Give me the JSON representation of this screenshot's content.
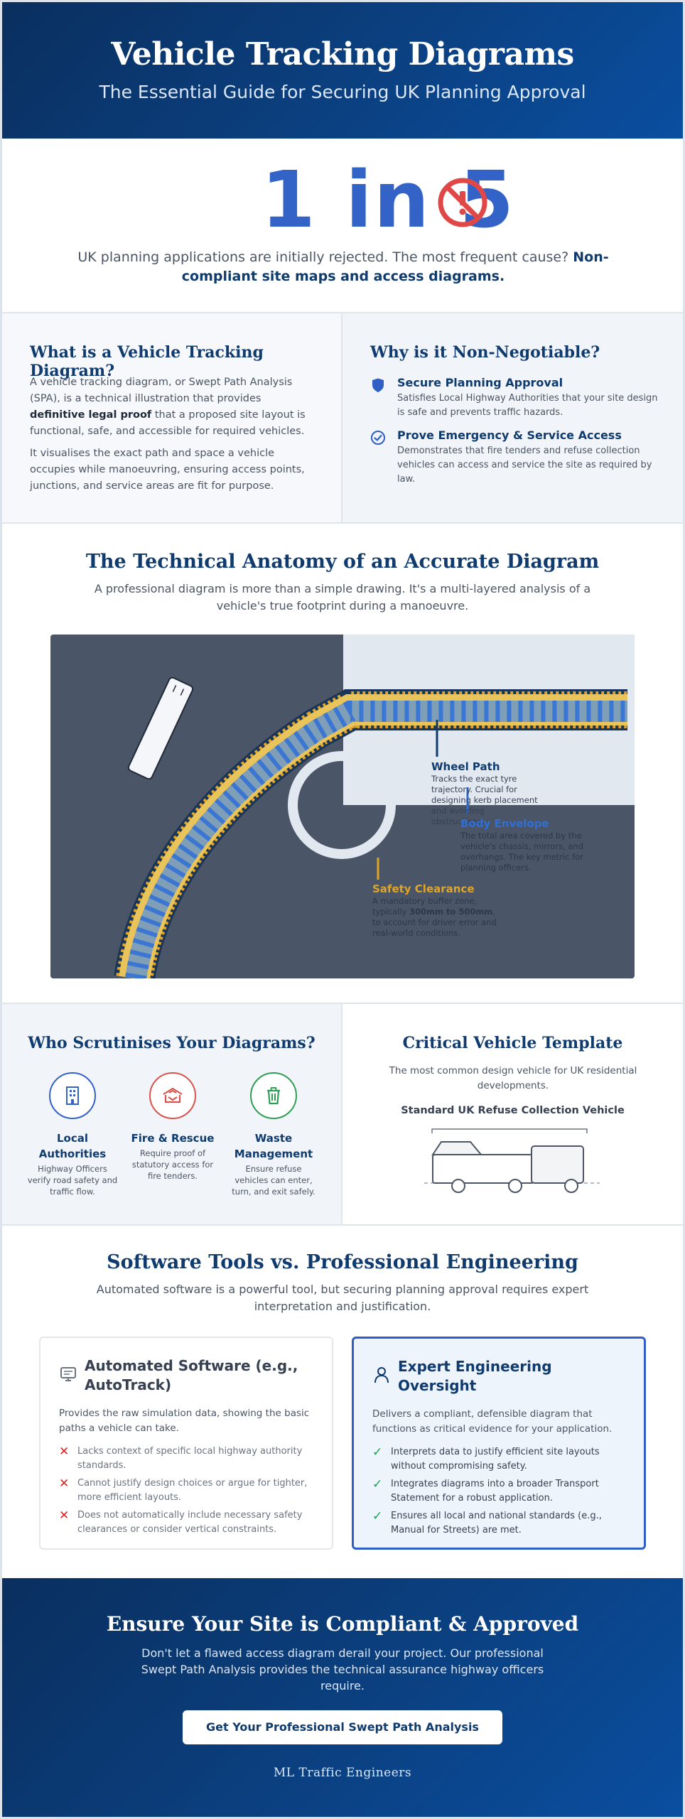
{
  "header": {
    "title": "Vehicle Tracking Diagrams",
    "subtitle": "The Essential Guide for Securing UK Planning Approval"
  },
  "stat": {
    "figure": "1 in 5",
    "icon": "no-entry-icon",
    "text_plain": "UK planning applications are initially rejected. The most frequent cause?",
    "text_bold": "Non-compliant site maps and access diagrams."
  },
  "what": {
    "title": "What is a Vehicle Tracking Diagram?",
    "p1_a": "A vehicle tracking diagram, or Swept Path Analysis (SPA), is a technical illustration that provides",
    "p1_bold": "definitive legal proof",
    "p1_b": "that a proposed site layout is functional, safe, and accessible for required vehicles.",
    "p2": "It visualises the exact path and space a vehicle occupies while manoeuvring, ensuring access points, junctions, and service areas are fit for purpose."
  },
  "why": {
    "title": "Why is it Non-Negotiable?",
    "items": [
      {
        "icon": "shield-icon",
        "title": "Secure Planning Approval",
        "desc": "Satisfies Local Highway Authorities that your site design is safe and prevents traffic hazards."
      },
      {
        "icon": "check-circle-icon",
        "title": "Prove Emergency & Service Access",
        "desc": "Demonstrates that fire tenders and refuse collection vehicles can access and service the site as required by law."
      }
    ]
  },
  "anatomy": {
    "title": "The Technical Anatomy of an Accurate Diagram",
    "intro": "A professional diagram is more than a simple drawing. It's a multi-layered analysis of a vehicle's true footprint during a manoeuvre.",
    "wheel": {
      "title": "Wheel Path",
      "desc": "Tracks the exact tyre trajectory. Crucial for designing kerb placement and avoiding obstructions."
    },
    "body": {
      "title": "Body Envelope",
      "desc": "The total area covered by the vehicle's chassis, mirrors, and overhangs. The key metric for planning officers."
    },
    "safety": {
      "title": "Safety Clearance",
      "desc_a": "A mandatory buffer zone, typically",
      "desc_bold": "300mm to 500mm",
      "desc_b": ", to account for driver error and real-world conditions."
    },
    "colors": {
      "wheel": "#0f3b6e",
      "body": "#2f6fd6",
      "safety": "#e0a526"
    }
  },
  "who": {
    "title": "Who Scrutinises Your Diagrams?",
    "orgs": [
      {
        "icon": "building-icon",
        "name": "Local Authorities",
        "desc": "Highway Officers verify road safety and traffic flow.",
        "color": "#3463c8"
      },
      {
        "icon": "fire-icon",
        "name": "Fire & Rescue",
        "desc": "Require proof of statutory access for fire tenders.",
        "color": "#d9534f"
      },
      {
        "icon": "trash-icon",
        "name": "Waste Management",
        "desc": "Ensure refuse vehicles can enter, turn, and exit safely.",
        "color": "#2f9e55"
      }
    ]
  },
  "template": {
    "title": "Critical Vehicle Template",
    "sub": "The most common design vehicle for UK residential developments.",
    "vehicle": "Standard UK Refuse Collection Vehicle"
  },
  "software": {
    "title": "Software Tools vs. Professional Engineering",
    "intro": "Automated software is a powerful tool, but securing planning approval requires expert interpretation and justification.",
    "auto": {
      "icon": "computer-icon",
      "title": "Automated Software (e.g., AutoTrack)",
      "desc": "Provides the raw simulation data, showing the basic paths a vehicle can take.",
      "items": [
        "Lacks context of specific local highway authority standards.",
        "Cannot justify design choices or argue for tighter, more efficient layouts.",
        "Does not automatically include necessary safety clearances or consider vertical constraints."
      ]
    },
    "expert": {
      "icon": "person-icon",
      "title": "Expert Engineering Oversight",
      "desc": "Delivers a compliant, defensible diagram that functions as critical evidence for your application.",
      "items": [
        "Interprets data to justify efficient site layouts without compromising safety.",
        "Integrates diagrams into a broader Transport Statement for a robust application.",
        "Ensures all local and national standards (e.g., Manual for Streets) are met."
      ]
    }
  },
  "footer": {
    "title": "Ensure Your Site is Compliant & Approved",
    "text": "Don't let a flawed access diagram derail your project. Our professional Swept Path Analysis provides the technical assurance highway officers require.",
    "cta": "Get Your Professional Swept Path Analysis",
    "brand": "ML Traffic Engineers"
  }
}
